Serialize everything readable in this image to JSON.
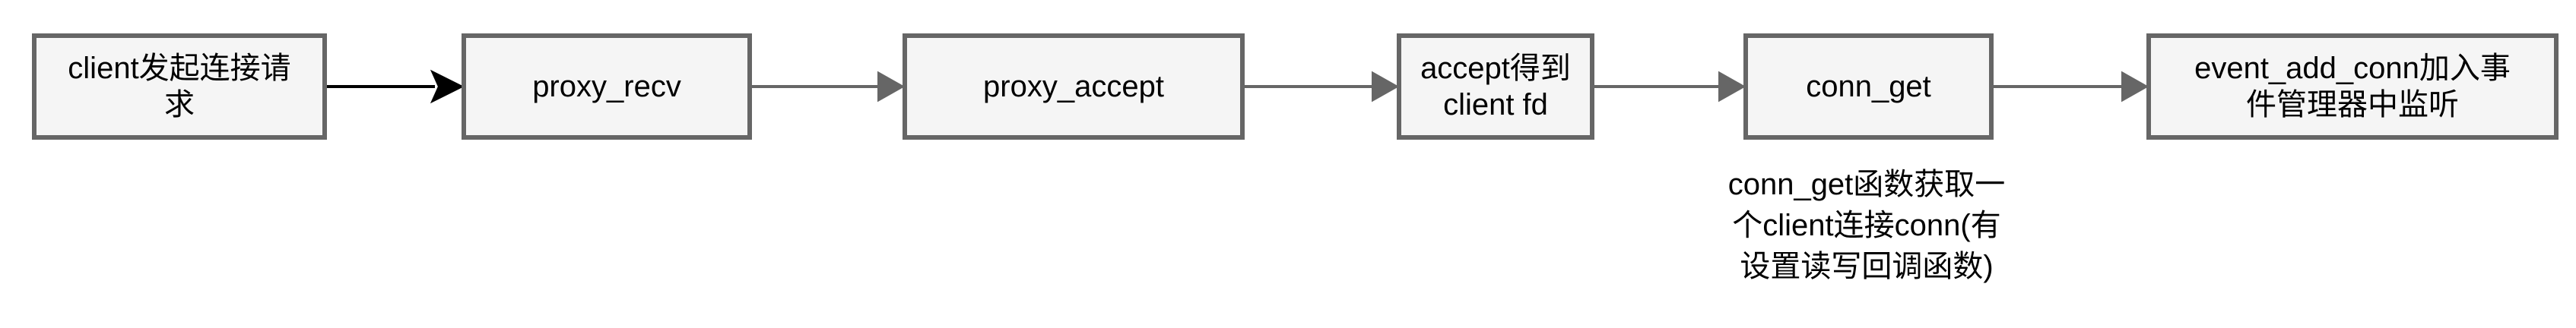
{
  "nodes": {
    "client_request": "client发起连接请\n求",
    "proxy_recv": "proxy_recv",
    "proxy_accept": "proxy_accept",
    "accept_fd": "accept得到\nclient fd",
    "conn_get": "conn_get",
    "event_add_conn": "event_add_conn加入事\n件管理器中监听"
  },
  "note": "conn_get函数获取一\n个client连接conn(有\n设置读写回调函数)",
  "colors": {
    "box_fill": "#f5f5f5",
    "box_stroke": "#666666",
    "first_arrow": "#000000",
    "arrow": "#666666"
  }
}
